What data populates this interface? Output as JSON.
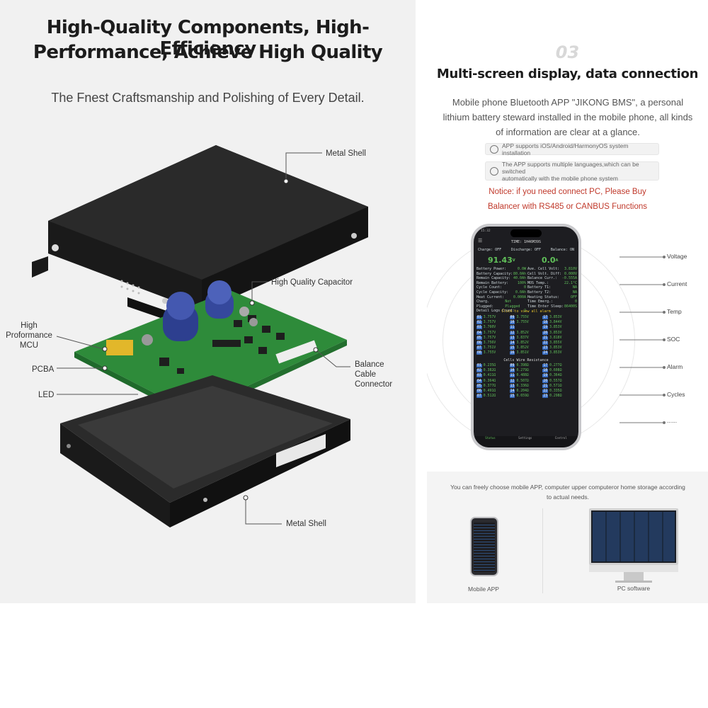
{
  "left": {
    "title_line1": "High-Quality Components, High-Efficiency",
    "title_line2": "Performance, Achieve High Quality",
    "subtitle": "The Fnest Craftsmanship and Polishing of Every Detail.",
    "labels": {
      "metal_shell_top": "Metal Shell",
      "capacitor": "High Quality Capacitor",
      "mcu_line1": "High",
      "mcu_line2": "Proformance",
      "mcu_line3": "MCU",
      "pcba": "PCBA",
      "led": "LED",
      "balance_line1": "Balance",
      "balance_line2": "Cable",
      "balance_line3": "Connector",
      "metal_shell_bottom": "Metal Shell"
    }
  },
  "right": {
    "section_number": "03",
    "title": "Multi-screen display, data connection",
    "desc_line1": "Mobile phone Bluetooth APP \"JIKONG  BMS\", a personal",
    "desc_line2": "lithium battery steward installed in the mobile phone, all kinds",
    "desc_line3": "of information are clear at a glance.",
    "feature1": "APP supports iOS/Android/HarmonyOS system installation",
    "feature2_line1": "The APP supports multiple languages,which can be switched",
    "feature2_line2": "automatically with the mobile phone system",
    "notice_line1": "Notice: if you need connect PC, Please Buy",
    "notice_line2": "Balancer with RS485 or CANBUS Functions",
    "side_labels": [
      "Voltage",
      "Current",
      "Temp",
      "SOC",
      "Alarm",
      "Cycles",
      "......"
    ],
    "bottom_text_line1": "You can freely choose mobile APP, computer upper computeror home storage  according",
    "bottom_text_line2": "to actual needs.",
    "caption_mobile": "Mobile APP",
    "caption_pc": "PC software"
  },
  "phone_screen": {
    "status_time": "15:32",
    "header": "TIME: 1H46M39S",
    "charge": "Charge: OFF",
    "discharge": "Discharge: OFF",
    "balance": "Balance: ON",
    "big_voltage": "91.43",
    "voltage_unit": "V",
    "big_current": "0.0",
    "current_unit": "A",
    "left_params": [
      [
        "Battery Power:",
        "0.0W"
      ],
      [
        "Battery Capacity:",
        "80.0Ah"
      ],
      [
        "Remain Capacity:",
        "40.0Ah"
      ],
      [
        "Remain Battery:",
        "100%"
      ],
      [
        "Cycle Count:",
        "0"
      ],
      [
        "Cycle Capacity:",
        "0.0Ah"
      ],
      [
        "Heat Current:",
        "0.000A"
      ],
      [
        "Charg. Plugged:",
        "Not Plugged"
      ],
      [
        "Detail Logs Count:",
        "2"
      ]
    ],
    "right_params": [
      [
        "Ave. Cell Volt:",
        "3.810V"
      ],
      [
        "Cell Volt. Diff:",
        "0.000V"
      ],
      [
        "Balance Curr.:",
        "-0.555A"
      ],
      [
        "MOS Temp.:",
        "22.1°C"
      ],
      [
        "Battery T1:",
        "NA"
      ],
      [
        "Battery T2:",
        "NA"
      ],
      [
        "Heating Status:",
        "OFF"
      ],
      [
        "Time Emerg.:",
        "0"
      ],
      [
        "Time Enter Sleep:",
        "86400S"
      ]
    ],
    "alarm_link": "Click to view all alarm",
    "cells": [
      [
        "01",
        "3.757V",
        "09",
        "3.755V",
        "17",
        "3.853V"
      ],
      [
        "02",
        "3.757V",
        "10",
        "3.755V",
        "18",
        "3.844V"
      ],
      [
        "03",
        "3.760V",
        "11",
        "",
        "19",
        "3.853V"
      ],
      [
        "04",
        "3.757V",
        "12",
        "3.852V",
        "20",
        "3.853V"
      ],
      [
        "05",
        "3.757V",
        "13",
        "3.837V",
        "21",
        "3.818V"
      ],
      [
        "06",
        "3.756V",
        "14",
        "3.852V",
        "22",
        "3.855V"
      ],
      [
        "07",
        "3.751V",
        "15",
        "3.852V",
        "23",
        "3.853V"
      ],
      [
        "08",
        "3.755V",
        "16",
        "3.851V",
        "24",
        "3.853V"
      ]
    ],
    "resist_title": "Cells Wire Resistance",
    "resist": [
      [
        "01",
        "0.235Ω",
        "09",
        "0.398Ω",
        "17",
        "0.277Ω"
      ],
      [
        "02",
        "0.382Ω",
        "10",
        "0.279Ω",
        "18",
        "0.608Ω"
      ],
      [
        "03",
        "0.411Ω",
        "11",
        "0.488Ω",
        "19",
        "0.364Ω"
      ],
      [
        "04",
        "0.364Ω",
        "12",
        "0.507Ω",
        "20",
        "0.557Ω"
      ],
      [
        "05",
        "0.377Ω",
        "13",
        "0.336Ω",
        "21",
        "0.571Ω"
      ],
      [
        "06",
        "0.491Ω",
        "14",
        "0.204Ω",
        "22",
        "0.335Ω"
      ],
      [
        "07",
        "0.512Ω",
        "15",
        "0.659Ω",
        "23",
        "0.298Ω"
      ]
    ],
    "tabs": [
      "Status",
      "Settings",
      "Control"
    ]
  },
  "colors": {
    "left_bg": "#f1f1f1",
    "notice_red": "#c0392b",
    "pcb_green": "#2e8b3a",
    "shell_black": "#1f1f1f",
    "app_green": "#61c15a",
    "app_yellow": "#e6c229"
  }
}
